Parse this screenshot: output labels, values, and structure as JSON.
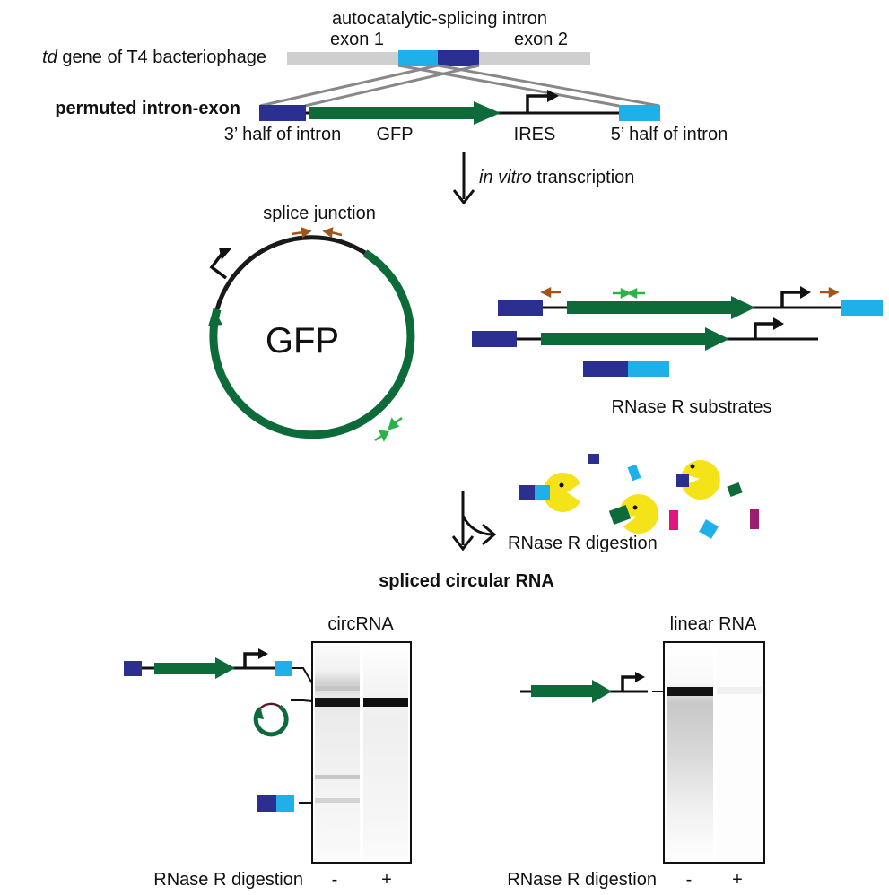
{
  "colors": {
    "dark_blue": "#2b2f8f",
    "light_blue": "#1fb0ea",
    "green": "#0d6b3a",
    "bright_green": "#2bb34a",
    "orange": "#a0561a",
    "yellow": "#f5e31a",
    "magenta": "#e0167e",
    "purple": "#9b1f6e",
    "grey": "#cfcfcf"
  },
  "gene": {
    "title": "autocatalytic-splicing intron",
    "exon1": "exon 1",
    "exon2": "exon 2",
    "td_italic": "td",
    "td_rest": " gene of T4 bacteriophage"
  },
  "construct": {
    "title": "permuted intron-exon",
    "labels": [
      "3’ half of intron",
      "GFP",
      "IRES",
      "5’ half of intron"
    ]
  },
  "transcription": {
    "italic": "in vitro",
    "rest": " transcription"
  },
  "circle": {
    "splice_junction": "splice junction",
    "center_label": "GFP"
  },
  "substrates": {
    "label": "RNase R substrates"
  },
  "digestion": {
    "label": "RNase R digestion",
    "result_title": "spliced circular RNA"
  },
  "gels": {
    "circ_title": "circRNA",
    "linear_title": "linear RNA",
    "x_label": "RNase R digestion",
    "lanes": [
      "-",
      "+"
    ]
  },
  "icons": [
    "pacman-icon",
    "arrow-icon",
    "promoter-arrow-icon",
    "circular-rna-icon"
  ]
}
